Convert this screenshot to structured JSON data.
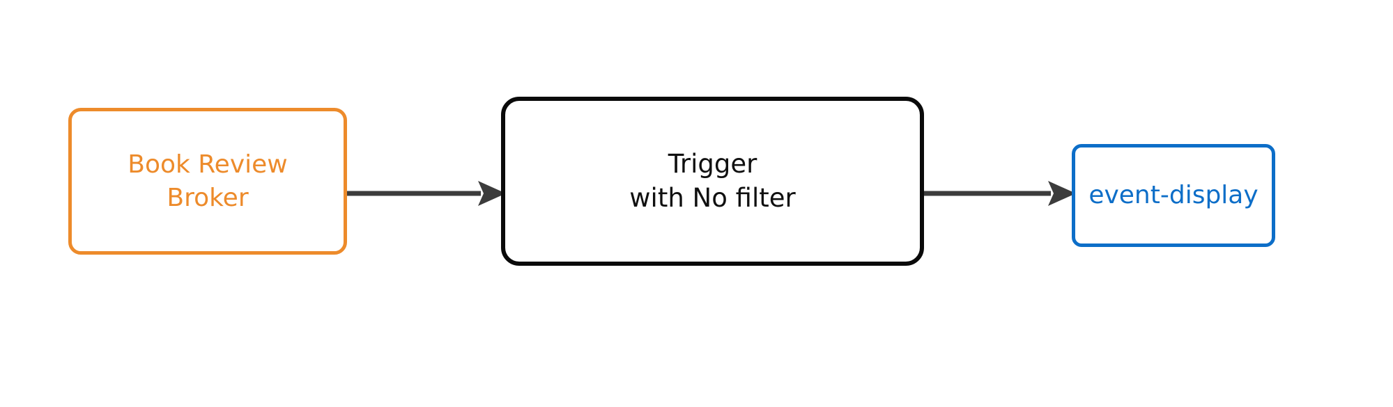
{
  "diagram": {
    "type": "flow",
    "background": "#ffffff",
    "nodes": [
      {
        "id": "broker",
        "name": "Book Review Broker",
        "lines": [
          "Book Review",
          "Broker"
        ],
        "border_color": "#ED8B2B",
        "text_color": "#ED8B2B",
        "fill": "#ffffff",
        "shape": "rounded-rect"
      },
      {
        "id": "trigger",
        "name": "Trigger with No filter",
        "lines": [
          "Trigger",
          "with No filter"
        ],
        "border_color": "#0a0a0a",
        "text_color": "#101010",
        "fill": "#ffffff",
        "shape": "rounded-rect"
      },
      {
        "id": "sink",
        "name": "event-display",
        "lines": [
          "event-display"
        ],
        "border_color": "#0D6EC8",
        "text_color": "#0D6EC8",
        "fill": "#ffffff",
        "shape": "rounded-rect"
      }
    ],
    "edges": [
      {
        "id": "broker-to-trigger",
        "from": "broker",
        "to": "trigger",
        "label": "",
        "color": "#3c3c3c",
        "arrowhead": "solid-triangle"
      },
      {
        "id": "trigger-to-sink",
        "from": "trigger",
        "to": "sink",
        "label": "",
        "color": "#3c3c3c",
        "arrowhead": "solid-triangle"
      }
    ]
  }
}
